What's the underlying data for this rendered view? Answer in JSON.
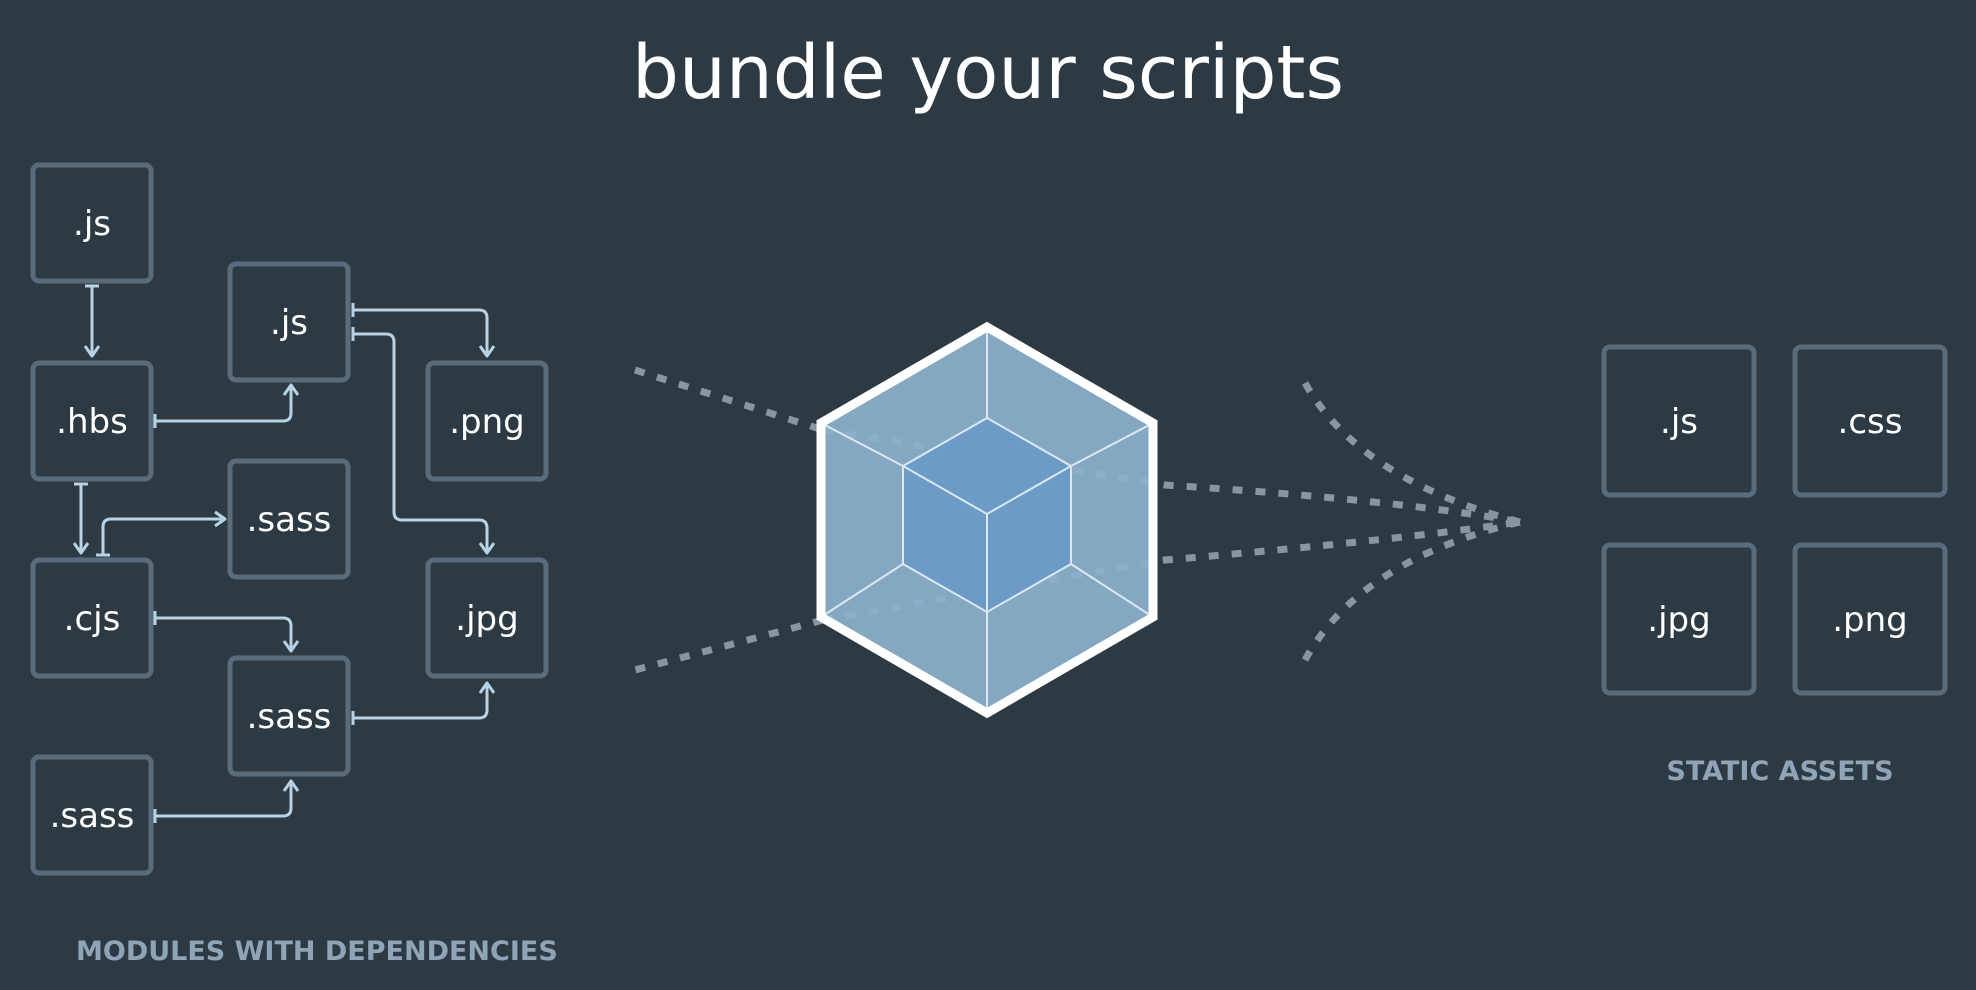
{
  "title": "bundle your scripts",
  "captions": {
    "modules": "MODULES WITH DEPENDENCIES",
    "assets": "STATIC ASSETS"
  },
  "colors": {
    "background": "#2d3a43",
    "box_border": "#5a6c7b",
    "arrow": "#b8d3e6",
    "dashes": "#8a969e",
    "cube_outer": "#8bb0cc",
    "cube_inner": "#6b9bc6",
    "caption": "#8fa4b6"
  },
  "modules": [
    {
      "id": "m1",
      "label": ".js"
    },
    {
      "id": "m2",
      "label": ".js"
    },
    {
      "id": "m3",
      "label": ".hbs"
    },
    {
      "id": "m4",
      "label": ".png"
    },
    {
      "id": "m5",
      "label": ".sass"
    },
    {
      "id": "m6",
      "label": ".cjs"
    },
    {
      "id": "m7",
      "label": ".jpg"
    },
    {
      "id": "m8",
      "label": ".sass"
    },
    {
      "id": "m9",
      "label": ".sass"
    }
  ],
  "assets": [
    {
      "id": "a1",
      "label": ".js"
    },
    {
      "id": "a2",
      "label": ".css"
    },
    {
      "id": "a3",
      "label": ".jpg"
    },
    {
      "id": "a4",
      "label": ".png"
    }
  ],
  "logo": {
    "icon": "webpack-cube-icon"
  }
}
